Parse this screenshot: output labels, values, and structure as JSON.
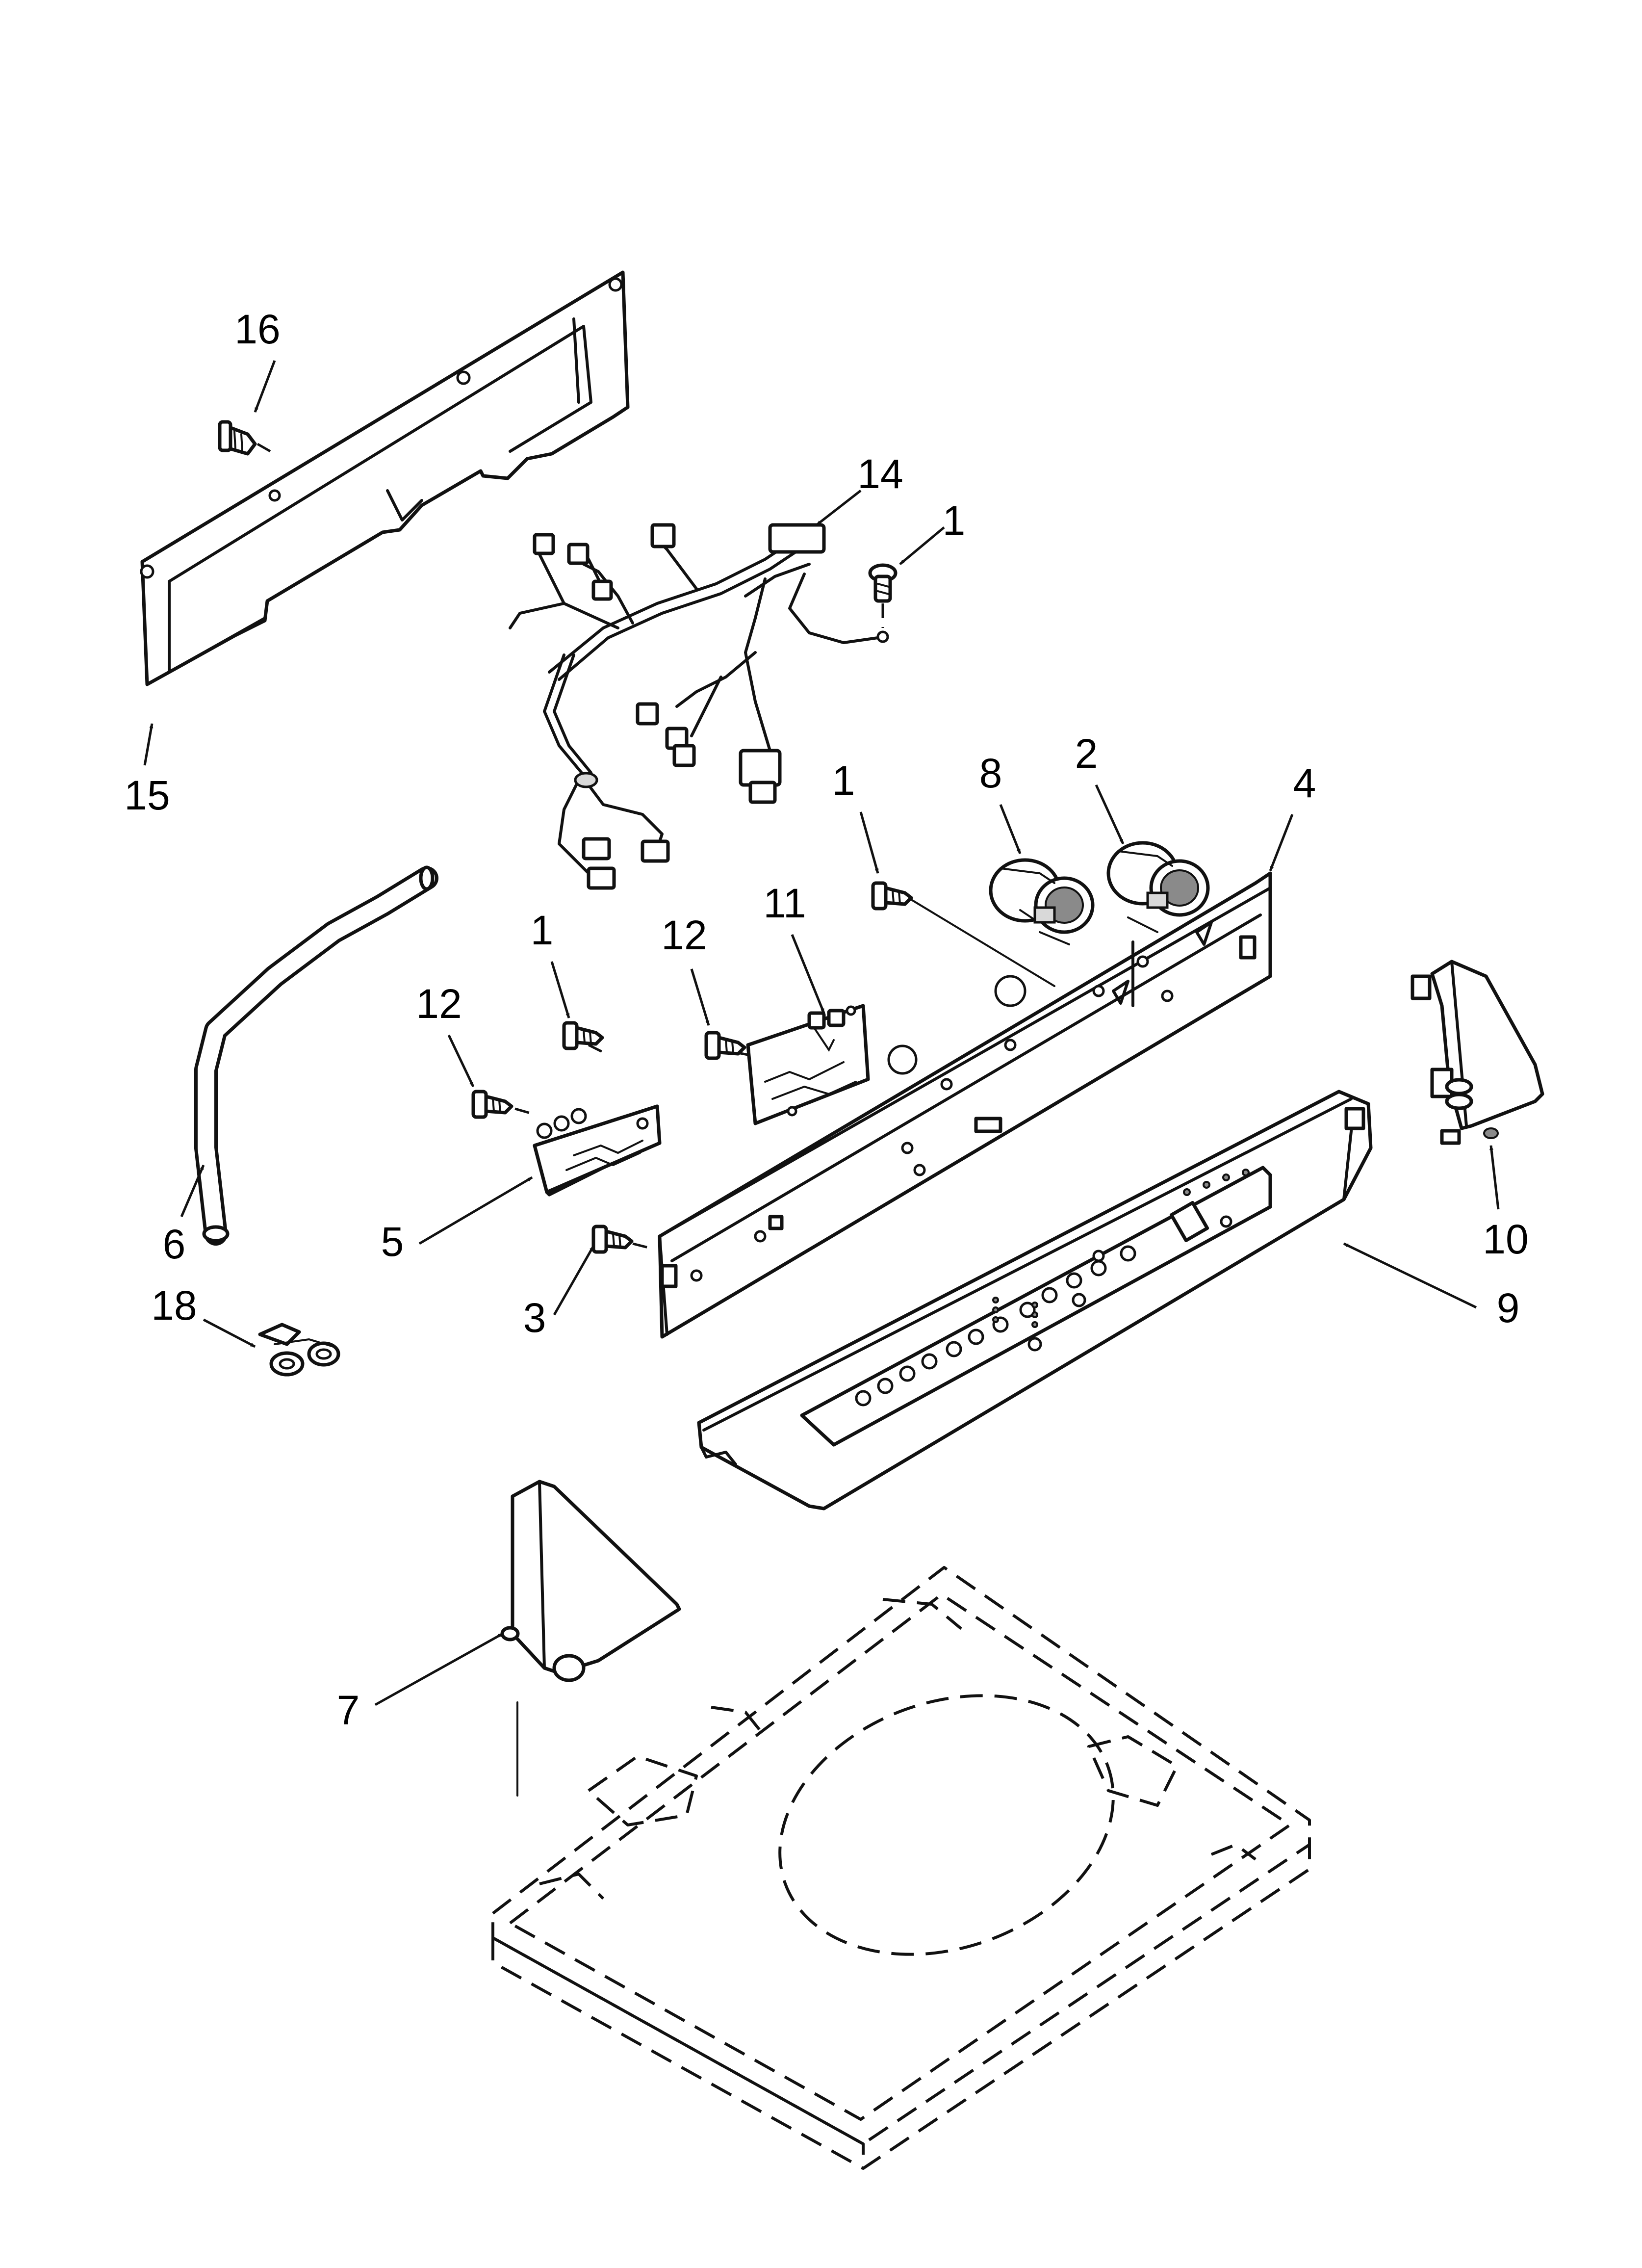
{
  "callouts": {
    "c16": "16",
    "c14": "14",
    "c1_top": "1",
    "c15": "15",
    "c1_mid": "1",
    "c8": "8",
    "c2": "2",
    "c4": "4",
    "c11": "11",
    "c12_mid": "12",
    "c1_left": "1",
    "c12_left": "12",
    "c10": "10",
    "c6": "6",
    "c5": "5",
    "c9": "9",
    "c18": "18",
    "c3": "3",
    "c7": "7"
  }
}
